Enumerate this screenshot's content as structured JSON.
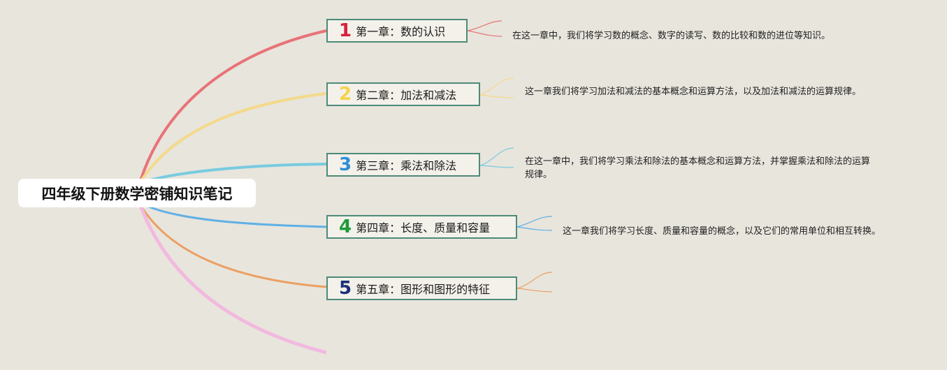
{
  "root": {
    "title": "四年级下册数学密铺知识笔记"
  },
  "chapters": [
    {
      "num": "1",
      "label": "第一章：数的认识",
      "color": "#d8213b",
      "desc": "在这一章中，我们将学习数的概念、数字的读写、数的比较和数的进位等知识。"
    },
    {
      "num": "2",
      "label": "第二章：加法和减法",
      "color": "#f5d34a",
      "desc": "这一章我们将学习加法和减法的基本概念和运算方法，以及加法和减法的运算规律。"
    },
    {
      "num": "3",
      "label": "第三章：乘法和除法",
      "color": "#2d8fd5",
      "desc": "在这一章中，我们将学习乘法和除法的基本概念和运算方法，并掌握乘法和除法的运算规律。"
    },
    {
      "num": "4",
      "label": "第四章：长度、质量和容量",
      "color": "#1f9a3a",
      "desc": "这一章我们将学习长度、质量和容量的概念，以及它们的常用单位和相互转换。"
    },
    {
      "num": "5",
      "label": "第五章：图形和图形的特征",
      "color": "#1d2f7a",
      "desc": ""
    }
  ],
  "branch_colors": [
    "#e87377",
    "#f4d98a",
    "#79cbe0",
    "#5fb0e6",
    "#eba064",
    "#f2b9df"
  ]
}
